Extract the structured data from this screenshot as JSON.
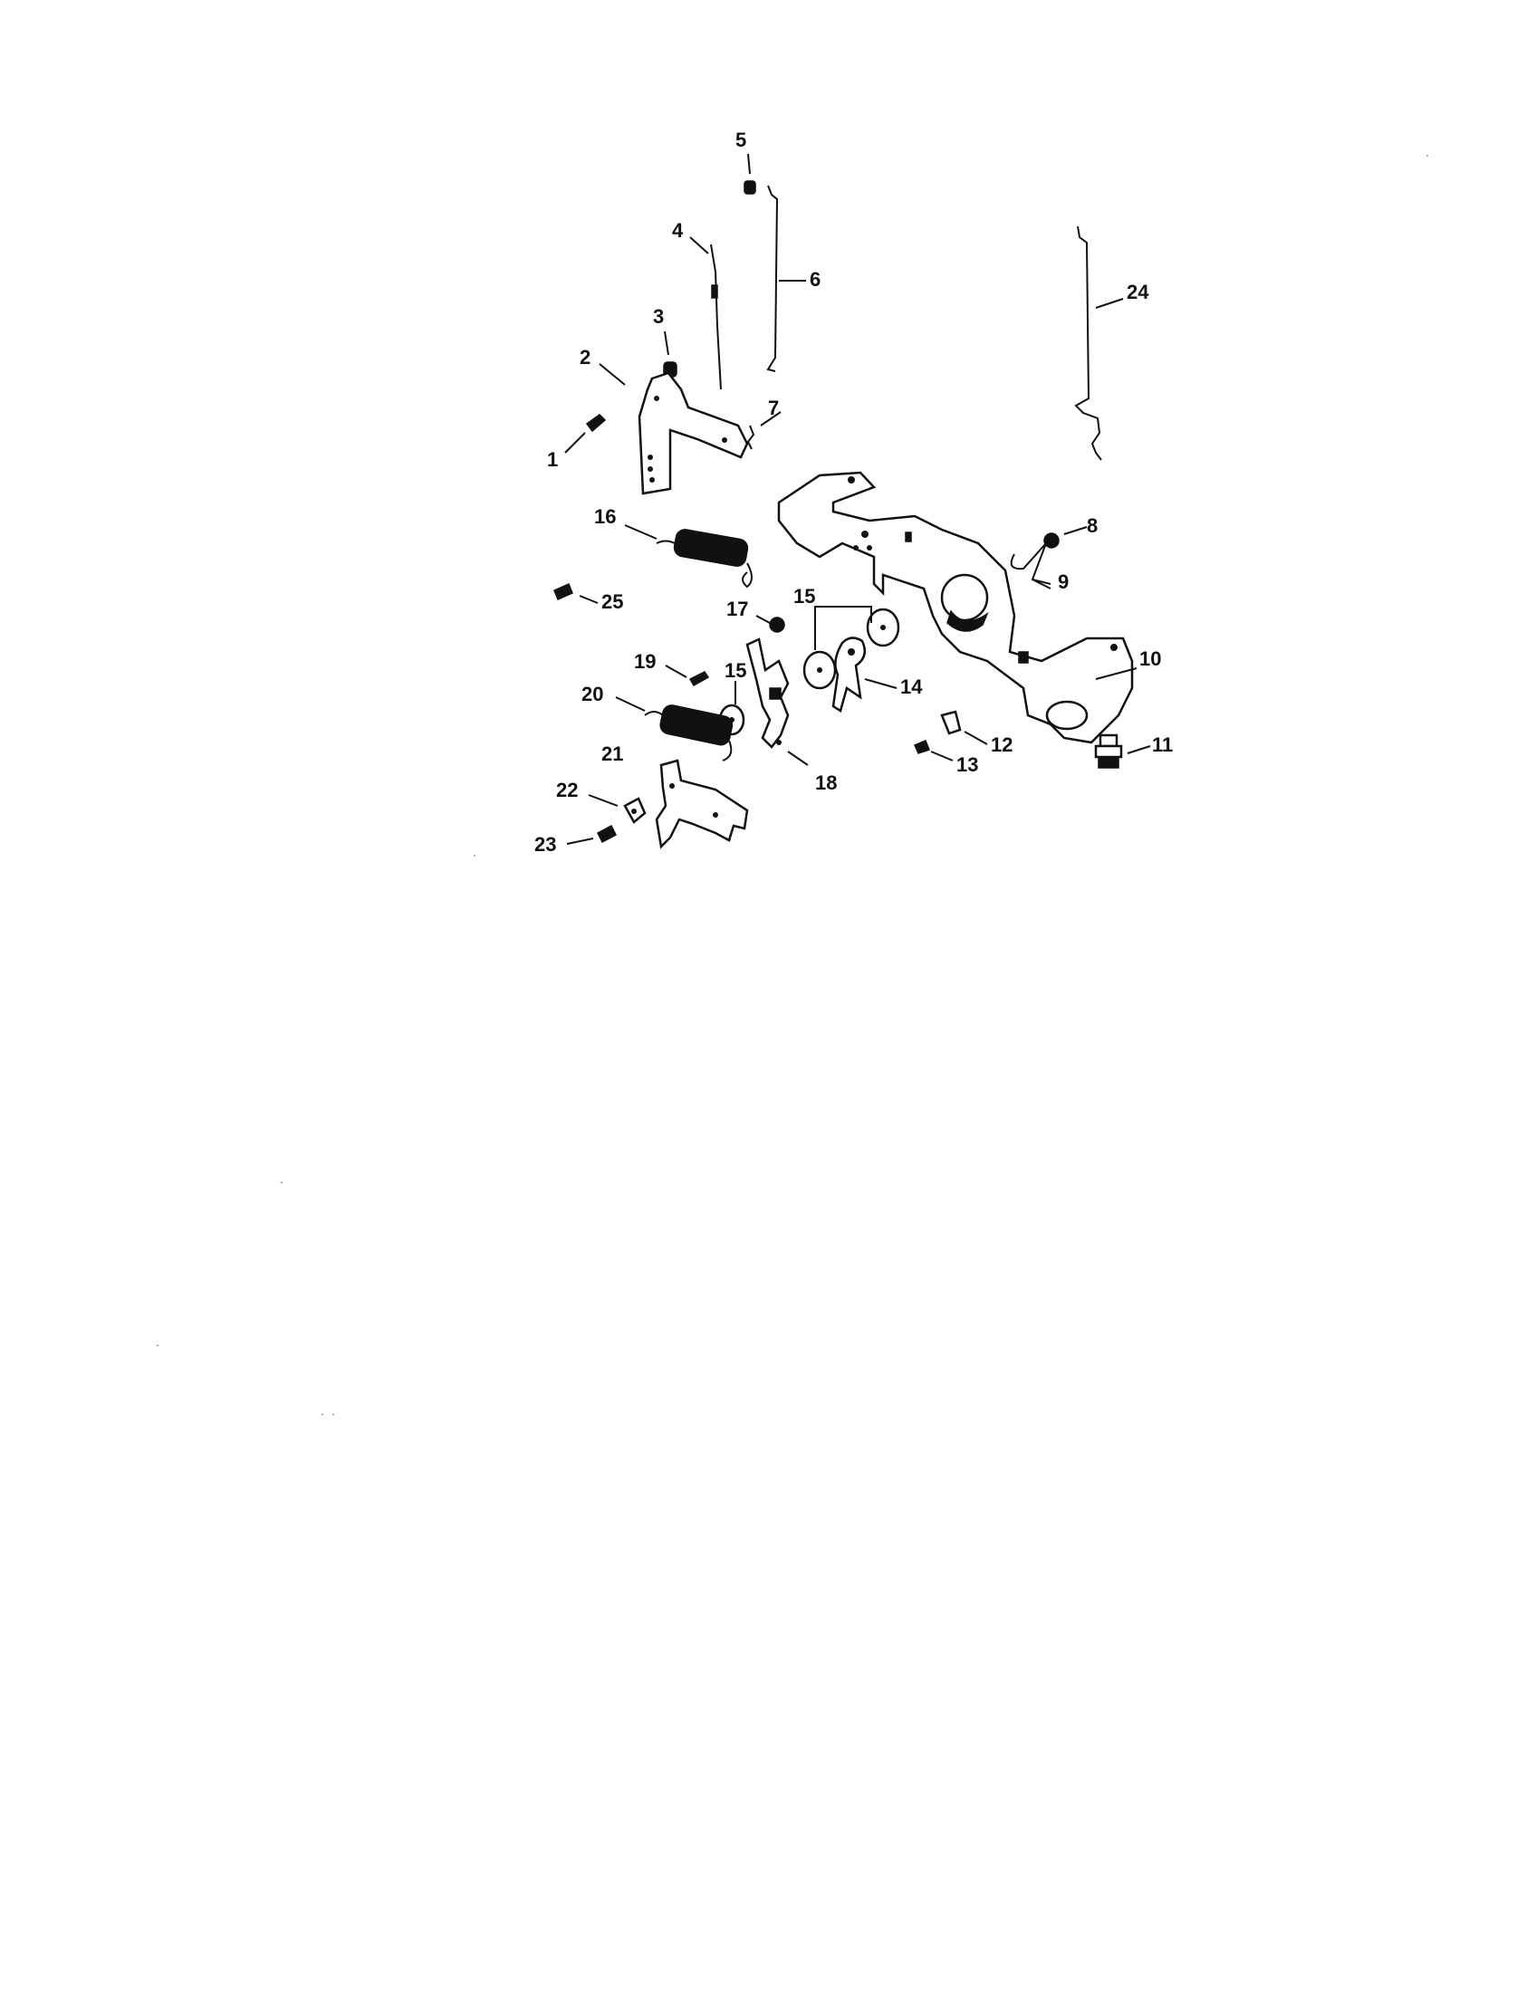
{
  "diagram": {
    "callouts": [
      {
        "id": "c1",
        "text": "1"
      },
      {
        "id": "c2",
        "text": "2"
      },
      {
        "id": "c3",
        "text": "3"
      },
      {
        "id": "c4",
        "text": "4"
      },
      {
        "id": "c5",
        "text": "5"
      },
      {
        "id": "c6",
        "text": "6"
      },
      {
        "id": "c7",
        "text": "7"
      },
      {
        "id": "c8",
        "text": "8"
      },
      {
        "id": "c9",
        "text": "9"
      },
      {
        "id": "c10",
        "text": "10"
      },
      {
        "id": "c11",
        "text": "11"
      },
      {
        "id": "c12",
        "text": "12"
      },
      {
        "id": "c13",
        "text": "13"
      },
      {
        "id": "c14",
        "text": "14"
      },
      {
        "id": "c15a",
        "text": "15"
      },
      {
        "id": "c15b",
        "text": "15"
      },
      {
        "id": "c16",
        "text": "16"
      },
      {
        "id": "c17",
        "text": "17"
      },
      {
        "id": "c18",
        "text": "18"
      },
      {
        "id": "c19",
        "text": "19"
      },
      {
        "id": "c20",
        "text": "20"
      },
      {
        "id": "c21",
        "text": "21"
      },
      {
        "id": "c22",
        "text": "22"
      },
      {
        "id": "c23",
        "text": "23"
      },
      {
        "id": "c24",
        "text": "24"
      },
      {
        "id": "c25",
        "text": "25"
      }
    ]
  }
}
